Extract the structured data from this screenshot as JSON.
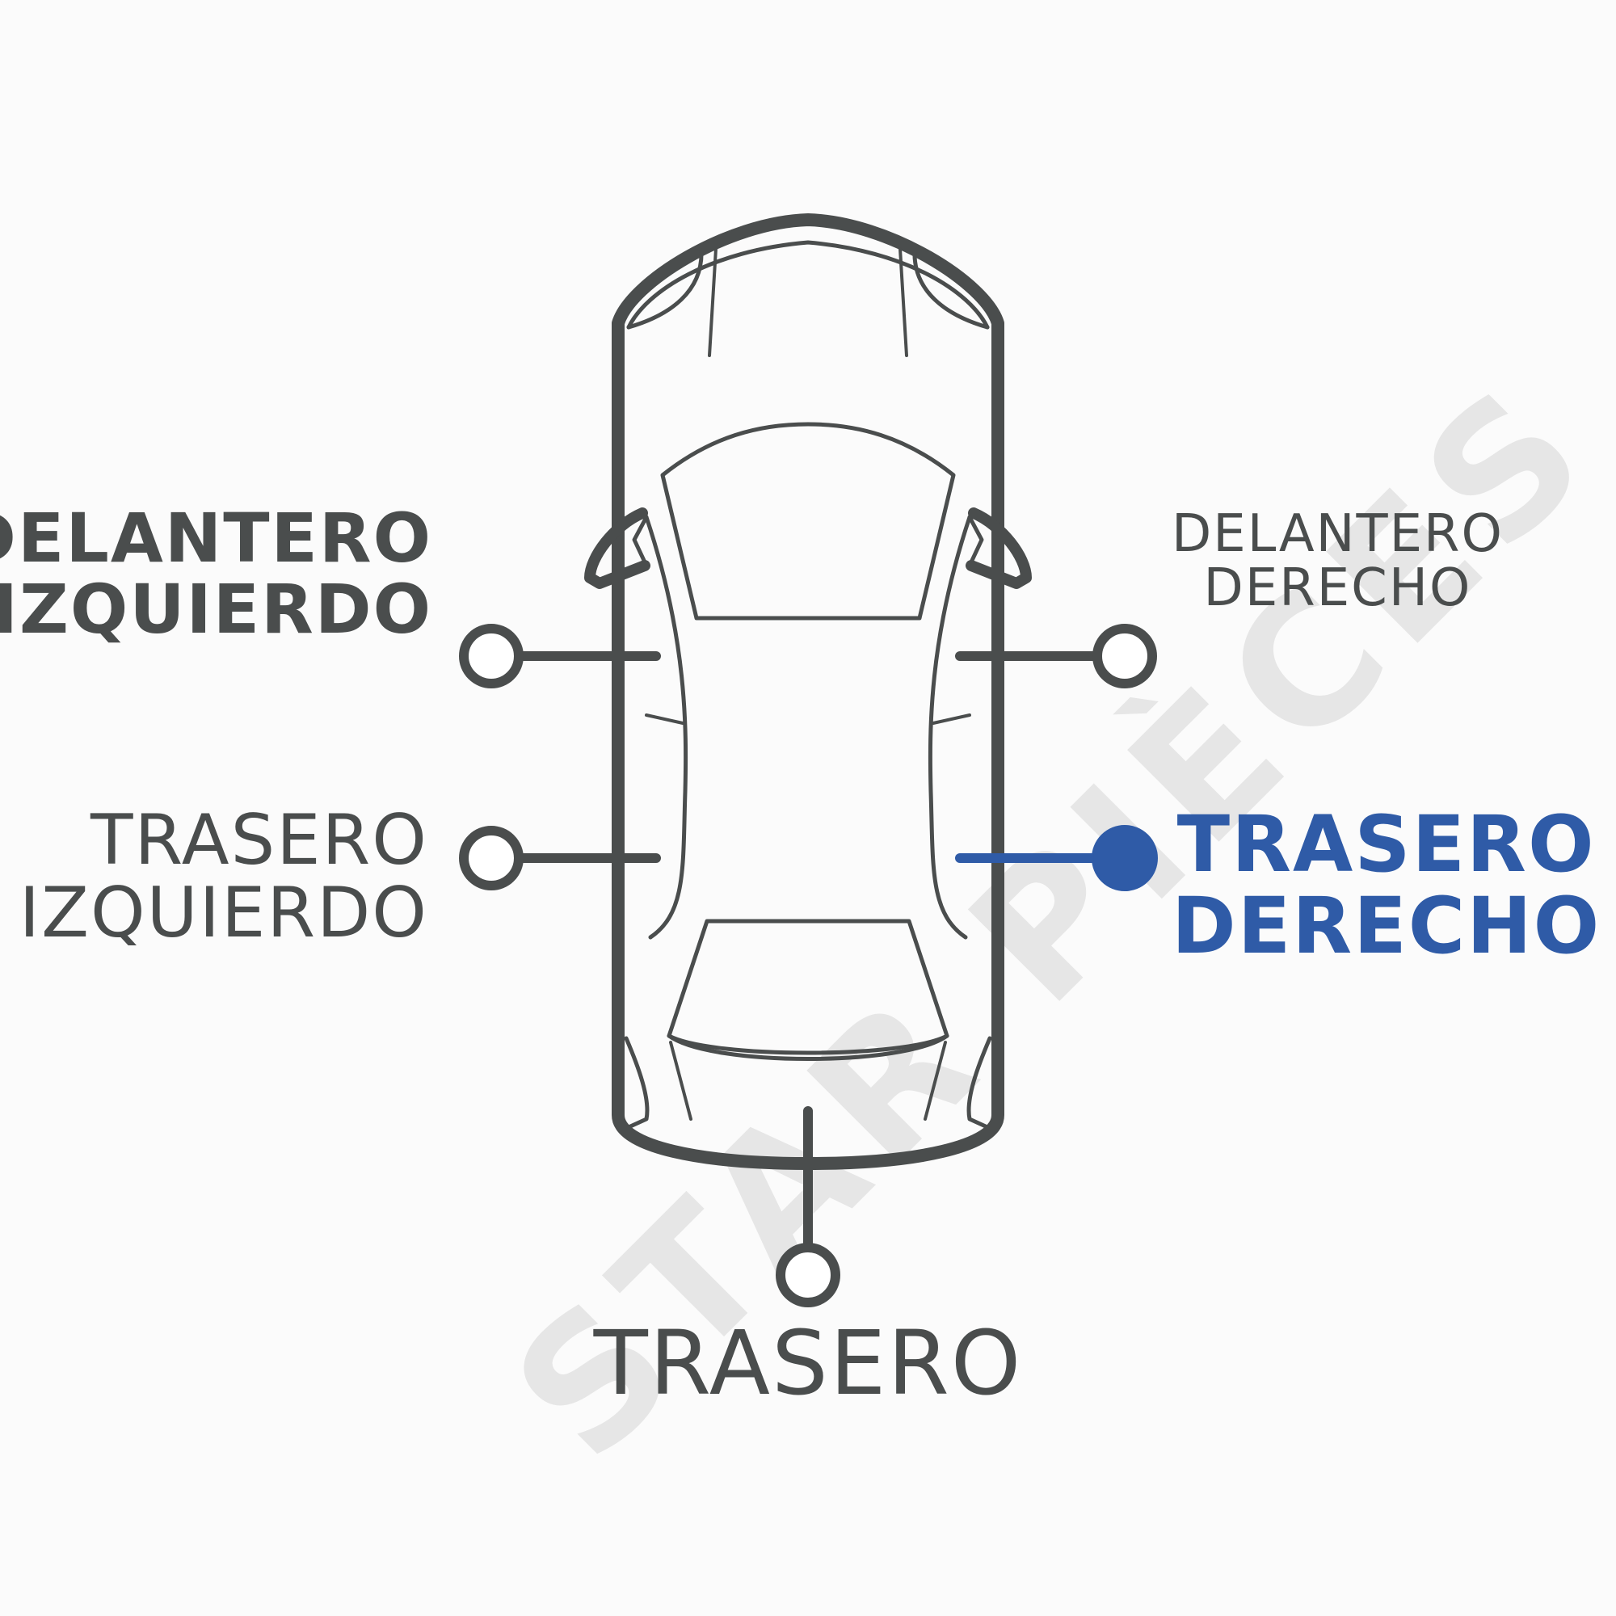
{
  "watermark": "STAR PIÈCES",
  "colors": {
    "outline": "#4a4d4d",
    "selected": "#2f5ba7",
    "watermark": "#e6e6e6"
  },
  "positions": {
    "front_left": {
      "line1": "DELANTERO",
      "line2": "IZQUIERDO",
      "selected": false
    },
    "front_right": {
      "line1": "DELANTERO",
      "line2": "DERECHO",
      "selected": false
    },
    "rear_left": {
      "line1": "TRASERO",
      "line2": "IZQUIERDO",
      "selected": false
    },
    "rear_right": {
      "line1": "TRASERO",
      "line2": "DERECHO",
      "selected": true
    },
    "rear": {
      "line1": "TRASERO",
      "selected": false
    }
  }
}
